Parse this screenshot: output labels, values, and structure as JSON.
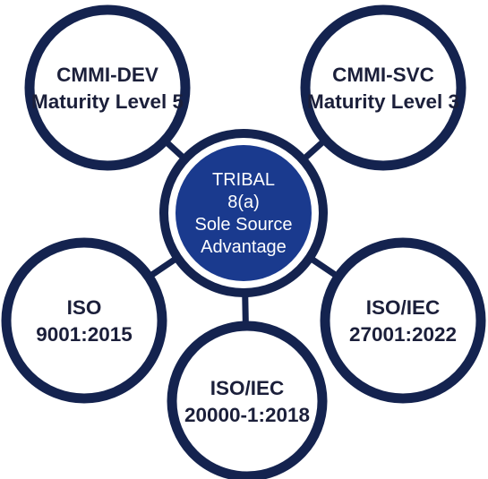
{
  "center": {
    "lines": [
      "TRIBAL",
      "8(a)",
      "Sole Source",
      "Advantage"
    ]
  },
  "nodes": [
    {
      "id": "cmmi-dev",
      "lines": [
        "CMMI-DEV",
        "Maturity Level 5"
      ]
    },
    {
      "id": "cmmi-svc",
      "lines": [
        "CMMI-SVC",
        "Maturity Level 3"
      ]
    },
    {
      "id": "iso-9001",
      "lines": [
        "ISO",
        "9001:2015"
      ]
    },
    {
      "id": "iso-27001",
      "lines": [
        "ISO/IEC",
        "27001:2022"
      ]
    },
    {
      "id": "iso-20000",
      "lines": [
        "ISO/IEC",
        "20000-1:2018"
      ]
    }
  ],
  "colors": {
    "ring": "#14234f",
    "center_fill": "#1a3a8e",
    "node_fill": "#ffffff",
    "node_text": "#1b1f3a",
    "center_text": "#ffffff"
  }
}
